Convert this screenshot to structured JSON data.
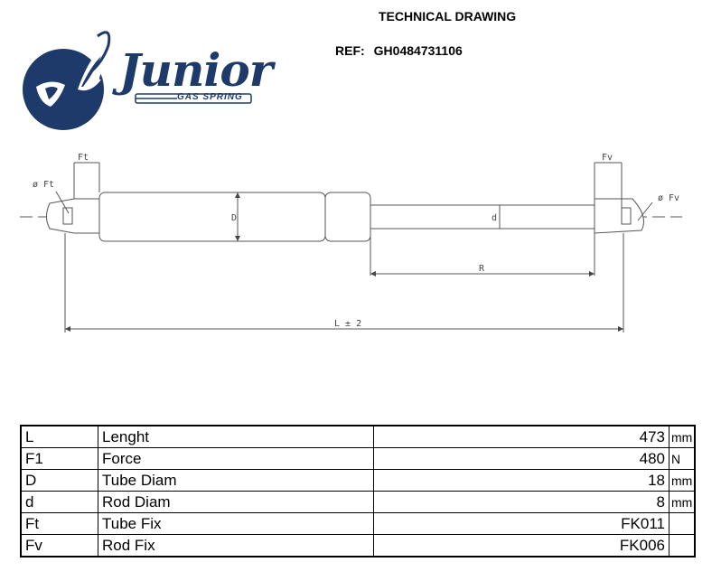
{
  "header": {
    "title": "TECHNICAL DRAWING",
    "ref_label": "REF:",
    "ref_value": "GH0484731106"
  },
  "logo": {
    "brand": "Junior",
    "tagline": "GAS SPRING",
    "icon": "winged-eagle-emblem-icon",
    "color": "#1d3a6b"
  },
  "drawing": {
    "labels": {
      "ft": "Ft",
      "fv": "Fv",
      "phi_ft": "ø Ft",
      "phi_fv": "ø Fv",
      "tube_diam": "D",
      "rod_diam": "d",
      "rod_length": "R",
      "total_length": "L ± 2"
    }
  },
  "specs": [
    {
      "code": "L",
      "name": "Lenght",
      "value": "473",
      "unit": "mm"
    },
    {
      "code": "F1",
      "name": "Force",
      "value": "480",
      "unit": "N"
    },
    {
      "code": "D",
      "name": "Tube Diam",
      "value": "18",
      "unit": "mm"
    },
    {
      "code": "d",
      "name": "Rod Diam",
      "value": "8",
      "unit": "mm"
    },
    {
      "code": "Ft",
      "name": "Tube Fix",
      "value": "FK011",
      "unit": ""
    },
    {
      "code": "Fv",
      "name": "Rod Fix",
      "value": "FK006",
      "unit": ""
    }
  ]
}
